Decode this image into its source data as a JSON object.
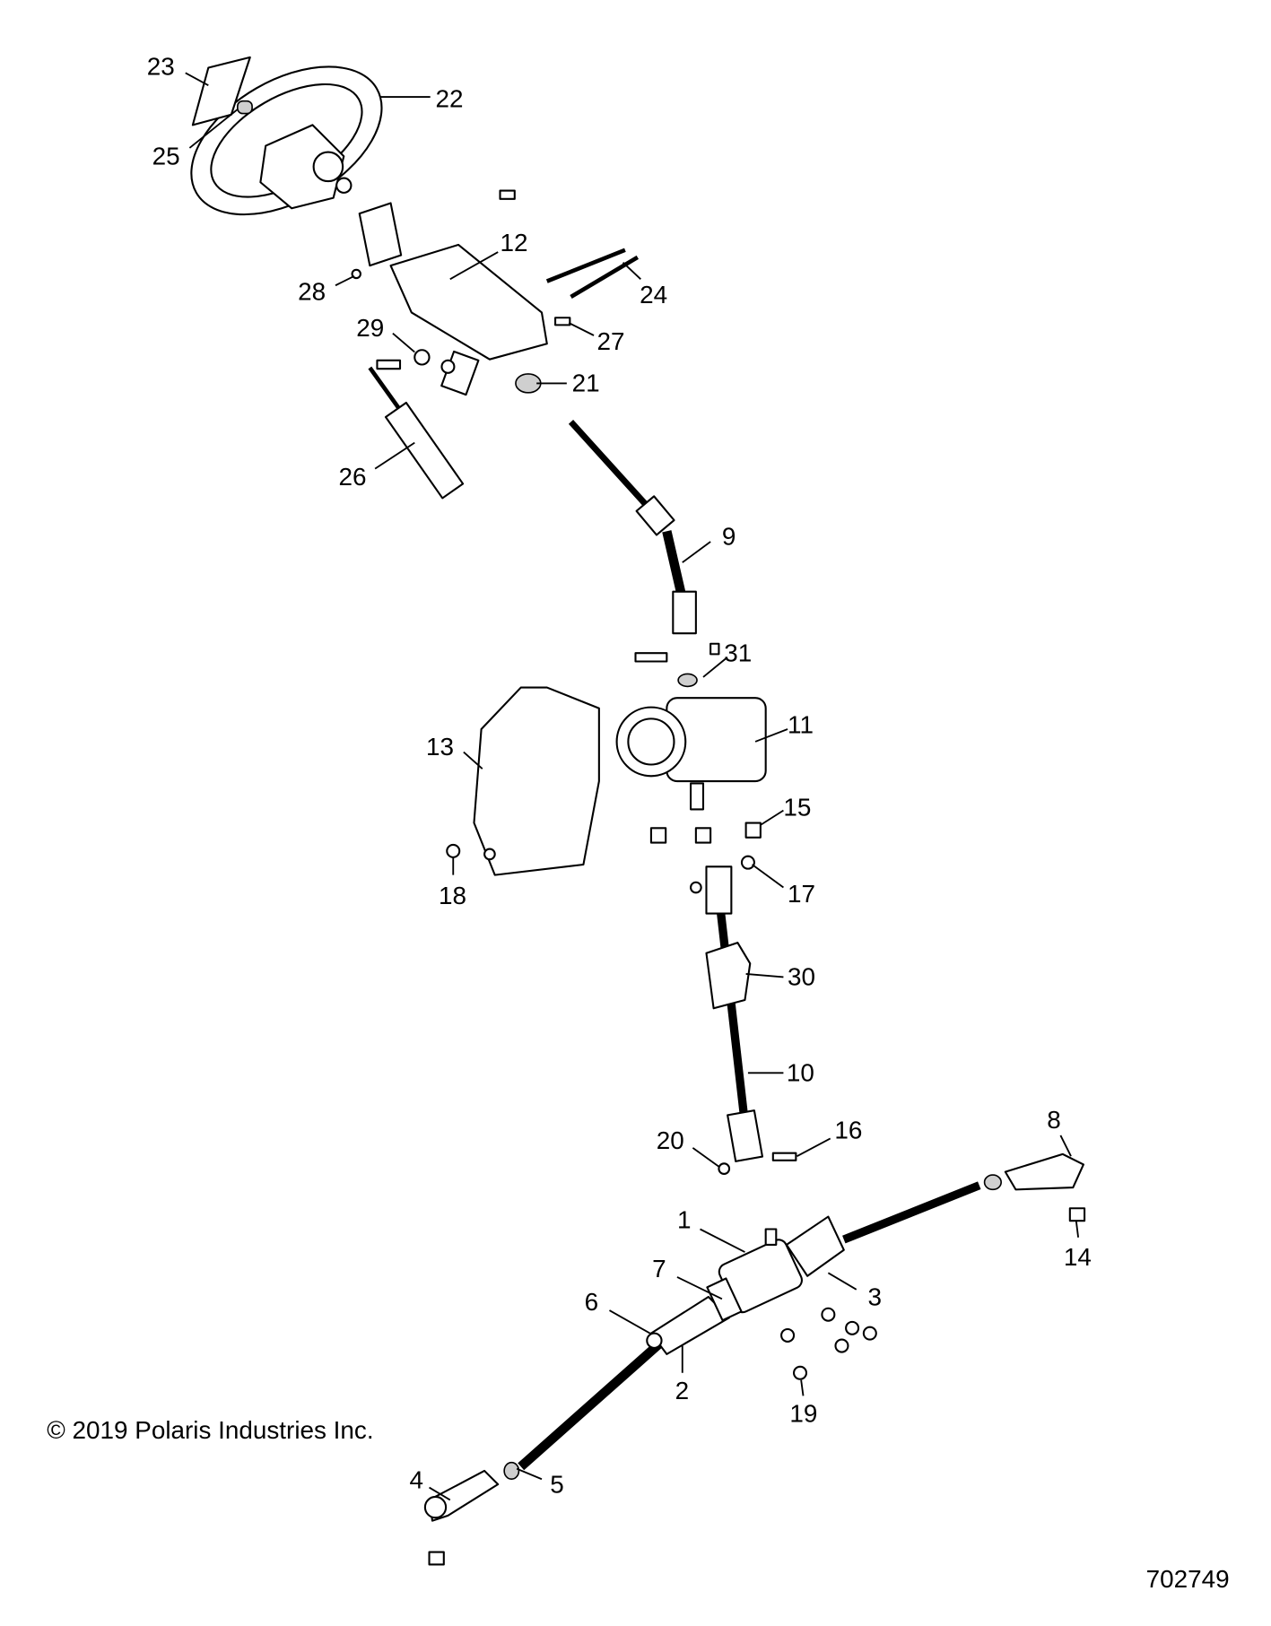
{
  "diagram": {
    "copyright": "© 2019 Polaris Industries Inc.",
    "figure_number": "702749",
    "callouts": [
      {
        "id": "23",
        "text": "23"
      },
      {
        "id": "22",
        "text": "22"
      },
      {
        "id": "25",
        "text": "25"
      },
      {
        "id": "12",
        "text": "12"
      },
      {
        "id": "28",
        "text": "28"
      },
      {
        "id": "24",
        "text": "24"
      },
      {
        "id": "27",
        "text": "27"
      },
      {
        "id": "29",
        "text": "29"
      },
      {
        "id": "21",
        "text": "21"
      },
      {
        "id": "26",
        "text": "26"
      },
      {
        "id": "9",
        "text": "9"
      },
      {
        "id": "31",
        "text": "31"
      },
      {
        "id": "11",
        "text": "11"
      },
      {
        "id": "13",
        "text": "13"
      },
      {
        "id": "15",
        "text": "15"
      },
      {
        "id": "18",
        "text": "18"
      },
      {
        "id": "17",
        "text": "17"
      },
      {
        "id": "30",
        "text": "30"
      },
      {
        "id": "10",
        "text": "10"
      },
      {
        "id": "20",
        "text": "20"
      },
      {
        "id": "16",
        "text": "16"
      },
      {
        "id": "8",
        "text": "8"
      },
      {
        "id": "14",
        "text": "14"
      },
      {
        "id": "1",
        "text": "1"
      },
      {
        "id": "3",
        "text": "3"
      },
      {
        "id": "7",
        "text": "7"
      },
      {
        "id": "6",
        "text": "6"
      },
      {
        "id": "2",
        "text": "2"
      },
      {
        "id": "19",
        "text": "19"
      },
      {
        "id": "4",
        "text": "4"
      },
      {
        "id": "5",
        "text": "5"
      }
    ]
  }
}
